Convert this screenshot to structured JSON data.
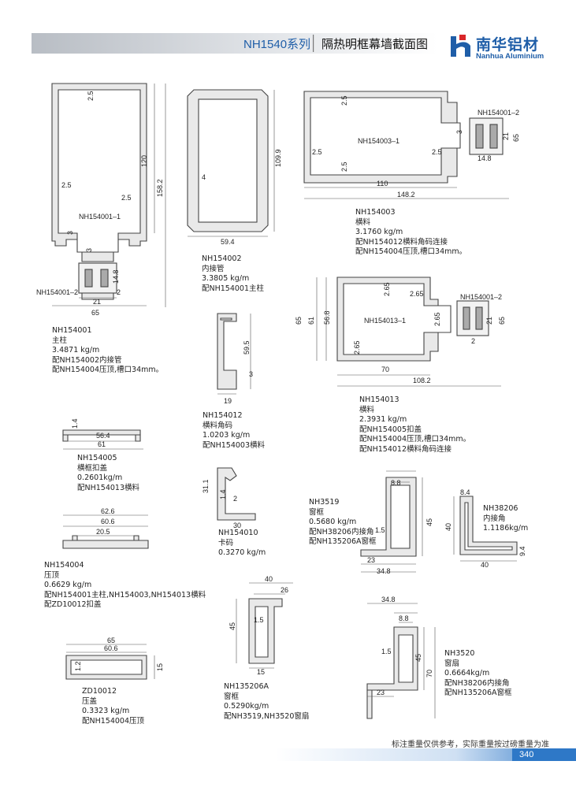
{
  "header": {
    "series": "NH1540系列",
    "title": "隔热明框幕墙截面图",
    "brand_cn": "南华铝材",
    "brand_en": "Nanhua Aluminium"
  },
  "drawing_labels": {
    "p154001": "NH154001–1",
    "p154001_2": "NH154001–2",
    "p154003_1": "NH154003–1",
    "p154003_2": "NH154001–2",
    "p154013_1": "NH154013–1",
    "p154013_2": "NH154001–2"
  },
  "dims": {
    "d2_5": "2.5",
    "d120": "120",
    "d158_2": "158.2",
    "d3": "3",
    "d14_8": "14.8",
    "d2": "2",
    "d21": "21",
    "d65": "65",
    "d4": "4",
    "d109_9": "109.9",
    "d59_4": "59.4",
    "d110": "110",
    "d148_2": "148.2",
    "d59_5": "59.5",
    "d19": "19",
    "d2_65": "2.65",
    "d61": "61",
    "d56_8": "56.8",
    "d70": "70",
    "d108_2": "108.2",
    "d1_4": "1.4",
    "d56_4": "56.4",
    "d31_1": "31.1",
    "d30": "30",
    "d62_6": "62.6",
    "d60_6": "60.6",
    "d20_5": "20.5",
    "d1_2": "1.2",
    "d15": "15",
    "d40": "40",
    "d26": "26",
    "d45": "45",
    "d1_5": "1.5",
    "d8_8": "8.8",
    "d23": "23",
    "d34_8": "34.8",
    "d8_4": "8.4",
    "d9_4": "9.4"
  },
  "captions": {
    "nh154001": [
      "NH154001",
      "主柱",
      "3.4871 kg/m",
      "配NH154002内接管",
      "配NH154004压顶,槽口34mm。"
    ],
    "nh154002": [
      "NH154002",
      "内接管",
      "3.3805 kg/m",
      "配NH154001主柱"
    ],
    "nh154003": [
      "NH154003",
      "横料",
      "3.1760 kg/m",
      "配NH154012横料角码连接",
      "配NH154004压顶,槽口34mm。"
    ],
    "nh154012": [
      "NH154012",
      "横料角码",
      "1.0203 kg/m",
      "配NH154003横料"
    ],
    "nh154013": [
      "NH154013",
      "横料",
      "2.3931 kg/m",
      "配NH154005扣盖",
      "配NH154004压顶,槽口34mm。",
      "配NH154012横料角码连接"
    ],
    "nh154005": [
      "NH154005",
      "横框扣盖",
      "0.2601kg/m",
      "配NH154013横料"
    ],
    "nh154010": [
      "NH154010",
      "卡码",
      "0.3270 kg/m"
    ],
    "nh3519": [
      "NH3519",
      "窗框",
      "0.5680 kg/m",
      "配NH38206内接角",
      "配NH135206A窗框"
    ],
    "nh38206": [
      "NH38206",
      "内接角",
      "1.1186kg/m"
    ],
    "nh154004": [
      "NH154004",
      "压顶",
      "0.6629 kg/m",
      "配NH154001主柱,NH154003,NH154013横料",
      "配ZD10012扣盖"
    ],
    "nh135206a": [
      "NH135206A",
      "窗框",
      "0.5290kg/m",
      "配NH3519,NH3520窗扇"
    ],
    "zd10012": [
      "ZD10012",
      "压盖",
      "0.3323 kg/m",
      "配NH154004压顶"
    ],
    "nh3520": [
      "NH3520",
      "窗扇",
      "0.6664kg/m",
      "配NH38206内接角",
      "配NH135206A窗框"
    ]
  },
  "footer": {
    "note": "标注重量仅供参考，实际重量按过磅重量为准",
    "page_number": "340"
  },
  "colors": {
    "brand_blue": "#1f5ea8",
    "profile_fill": "#e9e9e9",
    "profile_stroke": "#444444"
  }
}
